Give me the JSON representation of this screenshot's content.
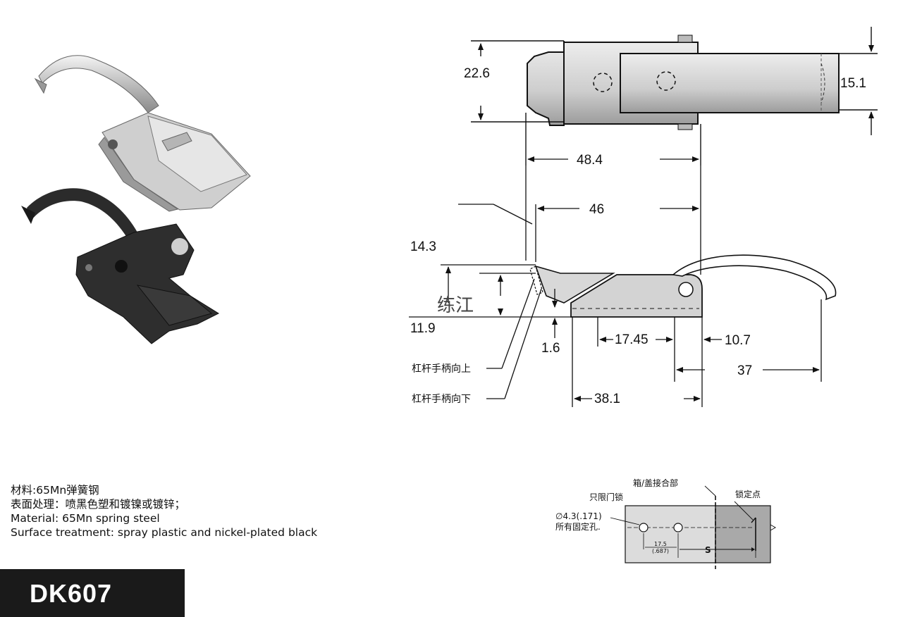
{
  "model": "DK607",
  "specs": [
    "材料:65Mn弹簧钢",
    "表面处理：喷黑色塑和镀镍或镀锌；",
    "Material: 65Mn spring steel",
    "Surface treatment: spray plastic and nickel-plated black"
  ],
  "dimensions": {
    "d226": "22.6",
    "d151": "15.1",
    "d484": "48.4",
    "d46": "46",
    "d143": "14.3",
    "d119": "11.9",
    "d16": "1.6",
    "d1745": "17.45",
    "d107": "10.7",
    "d37": "37",
    "d381": "38.1"
  },
  "labels": {
    "lever_up": "杠杆手柄向上",
    "lever_down": "杠杆手柄向下",
    "watermark": "练江",
    "box_lid": "箱/盖接合部",
    "door_lock_only": "只限门锁",
    "lock_point": "锁定点",
    "hole_dia": "∅4.3(.171)",
    "mount_holes": "所有固定孔.",
    "hole_spacing": "17.5",
    "hole_spacing_in": "(.687)",
    "s_mark": "S"
  },
  "colors": {
    "ink": "#111111",
    "plate": "#d8d8d8",
    "plate_dark": "#a8a8a8",
    "chrome": "#cfcfcf",
    "black_part": "#2b2b2b"
  }
}
